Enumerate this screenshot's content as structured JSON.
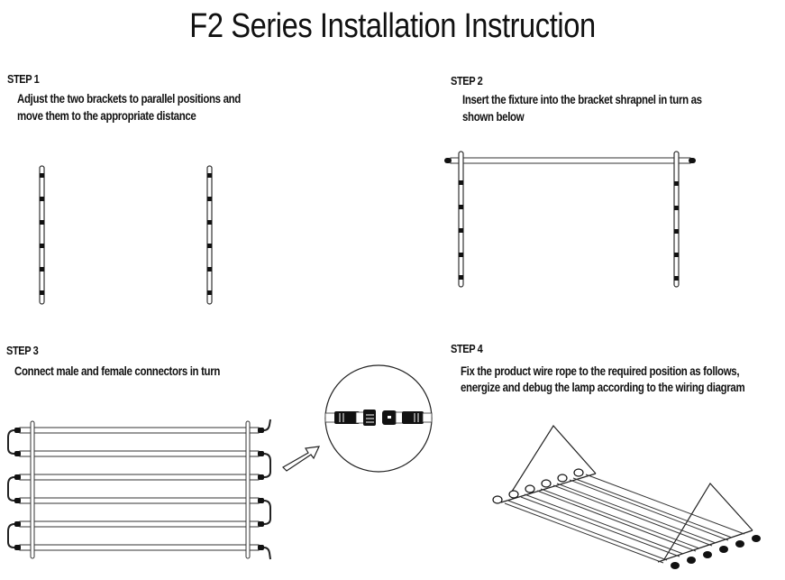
{
  "document": {
    "title": "F2 Series Installation Instruction",
    "steps": [
      {
        "label": "STEP 1",
        "lines": [
          "Adjust the two brackets to parallel positions and",
          "move them to the appropriate distance"
        ]
      },
      {
        "label": "STEP 2",
        "lines": [
          "Insert the fixture into the bracket shrapnel in turn as",
          "shown below"
        ]
      },
      {
        "label": "STEP 3",
        "lines": [
          "Connect male and female connectors in turn"
        ]
      },
      {
        "label": "STEP 4",
        "lines": [
          "Fix the product wire rope to the required position as follows,",
          "energize and debug the lamp according to the wiring diagram"
        ]
      }
    ],
    "figures": {
      "step1": {
        "brackets": 2,
        "clips_per_bracket": 6
      },
      "step2": {
        "brackets": 2,
        "clips_per_bracket": 5,
        "fixtures": 1
      },
      "step3": {
        "brackets": 2,
        "fixtures": 6,
        "detail_callout": "connector-detail"
      },
      "step4": {
        "fixtures": 6,
        "wire_ropes": 2
      }
    }
  }
}
